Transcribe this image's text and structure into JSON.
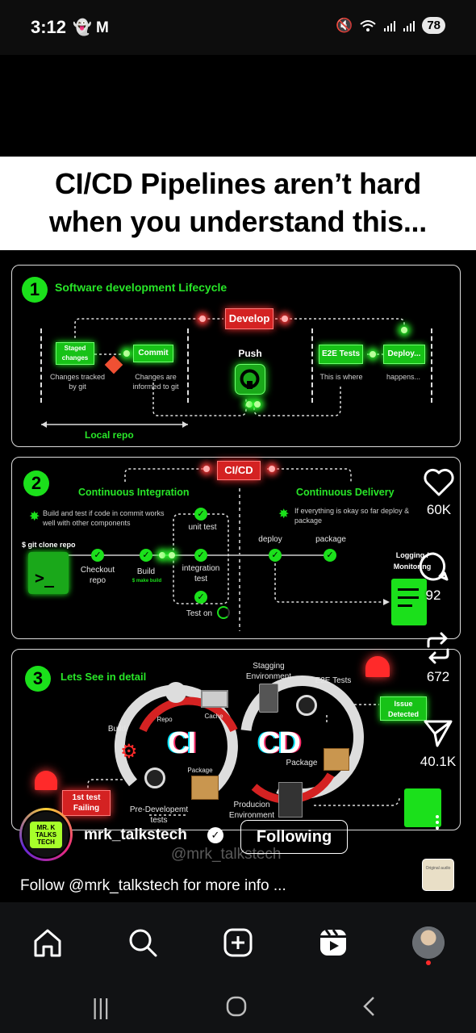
{
  "status_bar": {
    "time": "3:12",
    "left_icons": [
      "snapchat-icon",
      "gmail-icon"
    ],
    "right_icons": [
      "mute-icon",
      "wifi-icon",
      "signal-icon",
      "signal-icon"
    ],
    "battery": "78"
  },
  "post": {
    "headline_line1": "CI/CD Pipelines aren’t hard",
    "headline_line2": "when you understand this...",
    "panel1": {
      "number": "1",
      "title": "Software development Lifecycle",
      "develop": "Develop",
      "staged": "Staged changes",
      "commit": "Commit",
      "push": "Push",
      "e2e": "E2E Tests",
      "deploy": "Deploy...",
      "note_staged": "Changes tracked by git",
      "note_commit": "Changes are informed to git",
      "note_e2e": "This is where",
      "note_deploy": "happens...",
      "local_repo": "Local repo"
    },
    "panel2": {
      "number": "2",
      "cicd": "CI/CD",
      "ci_title": "Continuous Integration",
      "cd_title": "Continuous Delivery",
      "ci_note": "Build and test if code in commit works well with other components",
      "cd_note": "If everything is okay so far deploy & package",
      "clone": "$ git clone repo",
      "checkout": "Checkout repo",
      "build": "Build",
      "make_build": "$ make build",
      "unit_test": "unit test",
      "integration_test": "integration test",
      "test_on": "Test on",
      "deploy": "deploy",
      "package": "package",
      "logging": "Logging / Monitoring"
    },
    "panel3": {
      "number": "3",
      "title": "Lets See in detail",
      "staging": "Stagging Environment",
      "e2e": "E2E Tests",
      "issue": "Issue Detected",
      "build": "Build",
      "repo": "Repo",
      "cache": "Cache",
      "ci": "CI",
      "cd": "CD",
      "package": "Package",
      "package2": "Package",
      "first_test": "1st test Failing",
      "pre_dev": "Pre-Developemt tests",
      "production": "Producion Environment"
    }
  },
  "actions": {
    "likes": "60K",
    "comments": "92",
    "reposts": "672",
    "shares": "40.1K"
  },
  "author": {
    "avatar_text": "MR. K TALKS TECH",
    "username": "mrk_talkstech",
    "follow_label": "Following",
    "watermark": "@mrk_talkstech",
    "caption": "Follow @mrk_talkstech for more info ...",
    "audio_thumb_text": "Original audio"
  },
  "colors": {
    "neon_green": "#1be01b",
    "neon_red": "#d42222",
    "nav_bg": "#111214"
  }
}
